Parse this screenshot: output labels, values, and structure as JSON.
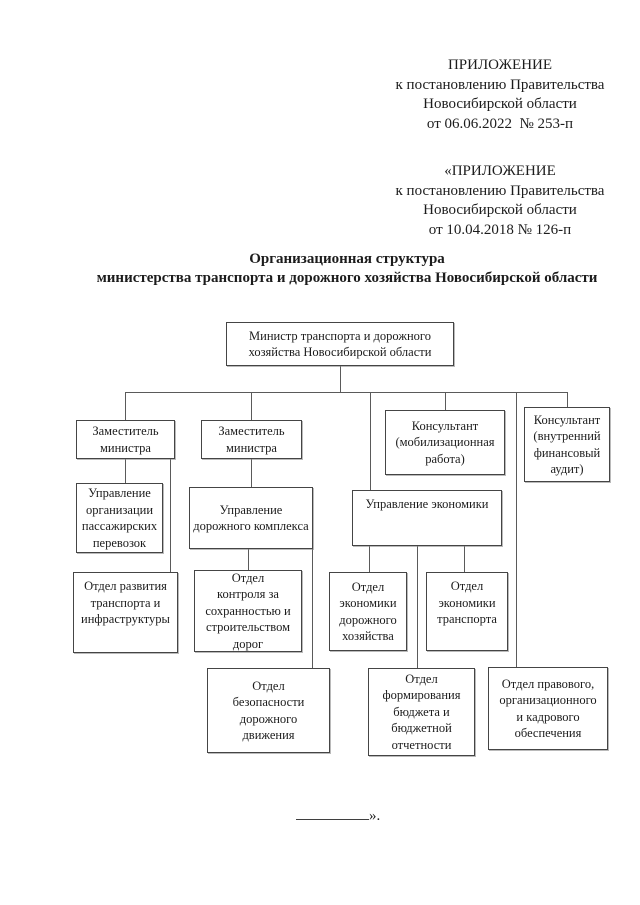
{
  "document": {
    "appendix_current": {
      "line1": "ПРИЛОЖЕНИЕ",
      "line2": "к постановлению Правительства",
      "line3": "Новосибирской области",
      "line4": "от 06.06.2022  № 253-п"
    },
    "appendix_original": {
      "line1": "«ПРИЛОЖЕНИЕ",
      "line2": "к постановлению Правительства",
      "line3": "Новосибирской области",
      "line4": "от 10.04.2018 № 126-п"
    },
    "title_line1": "Организационная структура",
    "title_line2": "министерства транспорта и дорожного хозяйства Новосибирской области",
    "closing_mark": "»."
  },
  "org_chart": {
    "nodes": {
      "minister": {
        "label": "Министр транспорта и дорожного\nхозяйства Новосибирской области"
      },
      "deputy_minister_1": {
        "label": "Заместитель\nминистра"
      },
      "deputy_minister_2": {
        "label": "Заместитель\nминистра"
      },
      "consultant_mobilization": {
        "label": "Консультант\n(мобилизационная\nработа)"
      },
      "consultant_audit": {
        "label": "Консультант\n(внутренний\nфинансовый\nаудит)"
      },
      "dept_passenger_transport": {
        "label": "Управление\nорганизации\nпассажирских\nперевозок"
      },
      "dept_road_complex": {
        "label": "Управление\nдорожного комплекса"
      },
      "dept_economics": {
        "label": "Управление экономики"
      },
      "otdel_transport_development": {
        "label": "Отдел развития\nтранспорта и\nинфраструктуры"
      },
      "otdel_road_control": {
        "label": "Отдел\nконтроля за\nсохранностью и\nстроительством\nдорог"
      },
      "otdel_road_economics": {
        "label": "Отдел\nэкономики\nдорожного\nхозяйства"
      },
      "otdel_transport_economics": {
        "label": "Отдел\nэкономики\nтранспорта"
      },
      "otdel_road_safety": {
        "label": "Отдел\nбезопасности\nдорожного\nдвижения"
      },
      "otdel_budget": {
        "label": "Отдел\nформирования\nбюджета и\nбюджетной\nотчетности"
      },
      "otdel_legal": {
        "label": "Отдел правового,\nорганизационного\nи кадрового\nобеспечения"
      }
    }
  },
  "colors": {
    "background": "#ffffff",
    "text": "#1c1c1c",
    "box_border": "#454545",
    "connector_line": "#5a5a5a"
  }
}
